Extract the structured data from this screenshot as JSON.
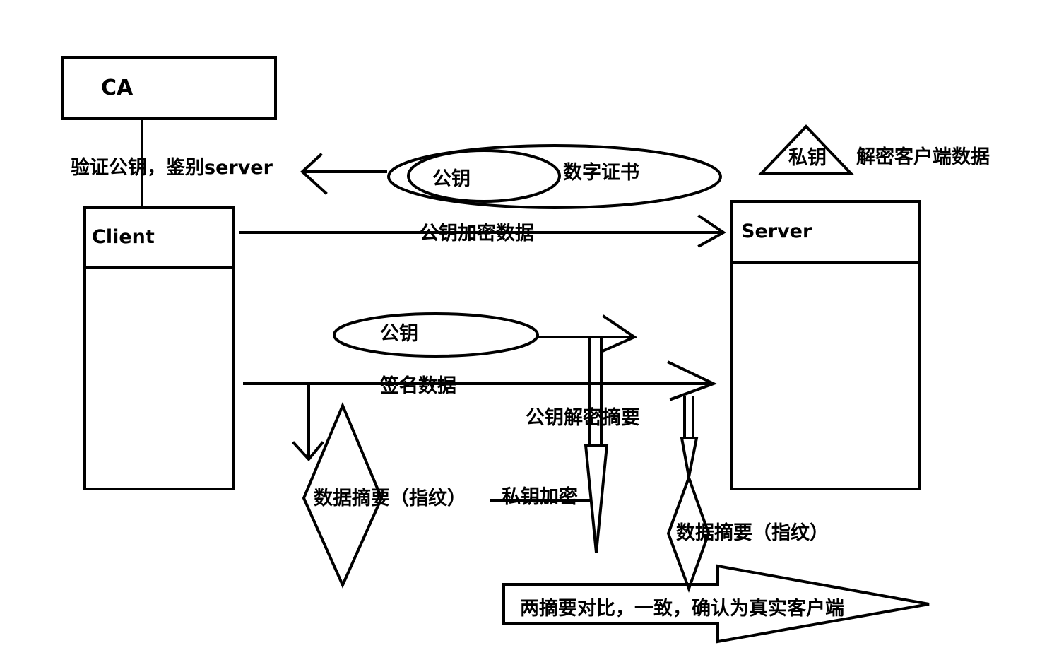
{
  "nodes": {
    "ca": "CA",
    "client": "Client",
    "server": "Server",
    "private_key_triangle": "私钥",
    "certificate_public_key": "公钥",
    "certificate": "数字证书",
    "signature_public_key": "公钥"
  },
  "labels": {
    "verify": "验证公钥，鉴别server",
    "server_decrypt": "解密客户端数据",
    "encrypt_data": "公钥加密数据",
    "sign_data": "签名数据",
    "decrypt_digest": "公钥解密摘要",
    "client_digest": "数据摘要（指纹）",
    "private_encrypt": "私钥加密",
    "server_digest": "数据摘要（指纹）",
    "compare": "两摘要对比，一致，确认为真实客户端"
  },
  "colors": {
    "stroke": "#000000",
    "background": "#ffffff"
  }
}
